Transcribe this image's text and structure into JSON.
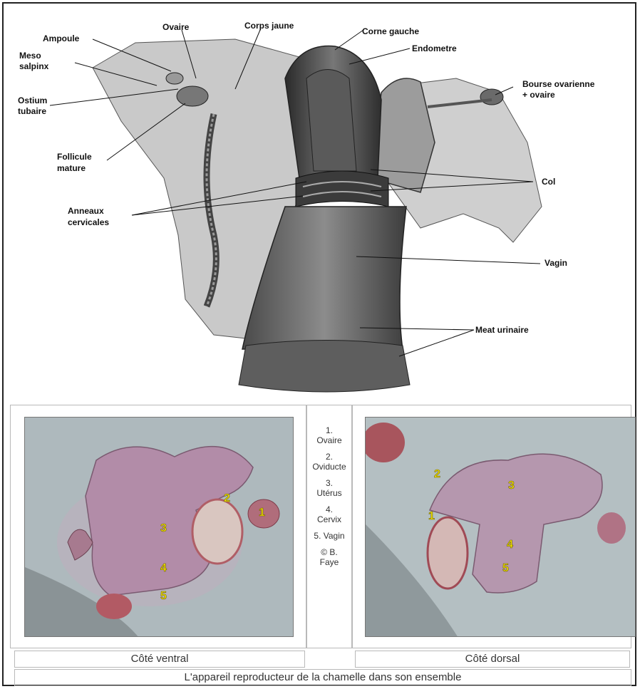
{
  "diagram": {
    "labels": {
      "ampoule": "Ampoule",
      "ovaire": "Ovaire",
      "corps_jaune": "Corps jaune",
      "corne_gauche": "Corne gauche",
      "endometre": "Endometre",
      "meso_1": "Meso",
      "meso_2": "salpinx",
      "ostium_1": "Ostium",
      "ostium_2": "tubaire",
      "bourse_1": "Bourse ovarienne",
      "bourse_2": "+ ovaire",
      "follicule_1": "Follicule",
      "follicule_2": "mature",
      "col": "Col",
      "anneaux_1": "Anneaux",
      "anneaux_2": "cervicales",
      "vagin": "Vagin",
      "meat": "Meat urinaire"
    }
  },
  "photos": {
    "ventral_caption": "Côté ventral",
    "dorsal_caption": "Côté dorsal",
    "ventral_markers": [
      "3",
      "2",
      "1",
      "4",
      "5"
    ],
    "dorsal_markers": [
      "2",
      "3",
      "1",
      "4",
      "5"
    ],
    "legend": [
      "1.",
      "Ovaire",
      "2.",
      "Oviducte",
      "3.",
      "Utérus",
      "4.",
      "Cervix",
      "5. Vagin",
      "© B.",
      "Faye"
    ]
  },
  "footer": "L'appareil reproducteur de la chamelle dans son ensemble"
}
